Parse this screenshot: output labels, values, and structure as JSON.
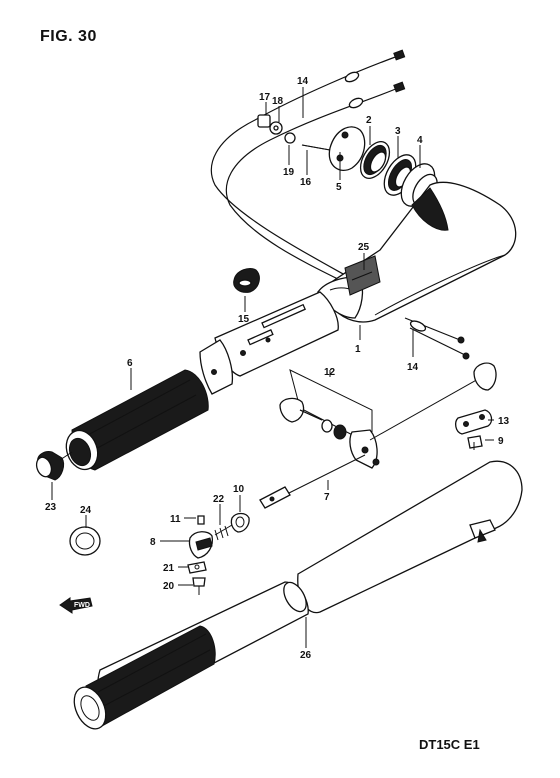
{
  "figure": {
    "title": "FIG. 30",
    "code": "DT15C E1",
    "forward_label": "FWD"
  },
  "parts": [
    {
      "no": "1"
    },
    {
      "no": "2"
    },
    {
      "no": "3"
    },
    {
      "no": "4"
    },
    {
      "no": "5"
    },
    {
      "no": "6"
    },
    {
      "no": "7"
    },
    {
      "no": "8"
    },
    {
      "no": "9"
    },
    {
      "no": "10"
    },
    {
      "no": "11"
    },
    {
      "no": "12"
    },
    {
      "no": "13"
    },
    {
      "no": "14"
    },
    {
      "no": "15"
    },
    {
      "no": "16"
    },
    {
      "no": "17"
    },
    {
      "no": "18"
    },
    {
      "no": "19"
    },
    {
      "no": "20"
    },
    {
      "no": "21"
    },
    {
      "no": "22"
    },
    {
      "no": "23"
    },
    {
      "no": "24"
    },
    {
      "no": "25"
    },
    {
      "no": "26"
    },
    {
      "no": "14"
    }
  ]
}
